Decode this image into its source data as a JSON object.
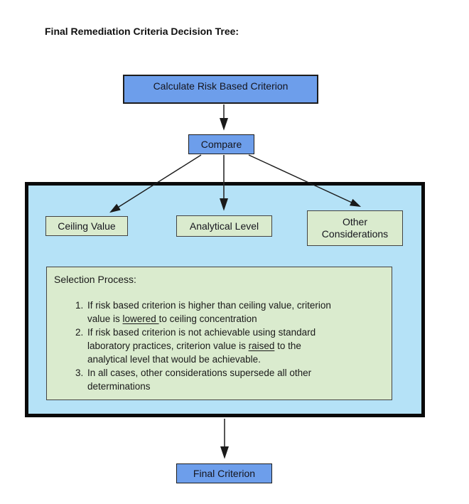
{
  "title": "Final Remediation Criteria Decision Tree:",
  "colors": {
    "node_blue": "#6D9EEB",
    "node_green": "#DAEBCE",
    "container_blue": "#B5E2F7",
    "edge_black": "#2b2b2b"
  },
  "nodes": {
    "calculate": {
      "label": "Calculate Risk Based Criterion"
    },
    "compare": {
      "label": "Compare"
    },
    "ceiling": {
      "label": "Ceiling Value"
    },
    "analytical": {
      "label": "Analytical Level"
    },
    "other": {
      "label": "Other Considerations"
    },
    "final": {
      "label": "Final Criterion"
    }
  },
  "selection_process": {
    "heading": "Selection Process:",
    "items": [
      {
        "segments": [
          {
            "t": "If risk based criterion is higher than ceiling value, criterion"
          },
          {
            "br": true
          },
          {
            "t": "value is "
          },
          {
            "t": "lowered ",
            "u": true
          },
          {
            "t": "to ceiling concentration"
          }
        ]
      },
      {
        "segments": [
          {
            "t": "If risk based criterion is not achievable using standard"
          },
          {
            "br": true
          },
          {
            "t": "laboratory practices, criterion value is "
          },
          {
            "t": "raised",
            "u": true
          },
          {
            "t": " to the"
          },
          {
            "br": true
          },
          {
            "t": "analytical level that would be achievable."
          }
        ]
      },
      {
        "segments": [
          {
            "t": "In all cases, other considerations supersede all other"
          },
          {
            "br": true
          },
          {
            "t": "determinations"
          }
        ]
      }
    ]
  }
}
